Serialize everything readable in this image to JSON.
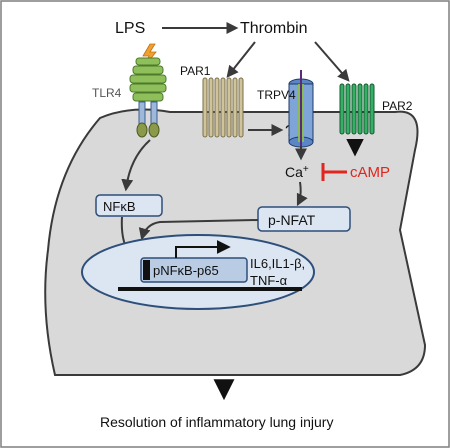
{
  "labels": {
    "lps": "LPS",
    "thrombin": "Thrombin",
    "tlr4": "TLR4",
    "par1": "PAR1",
    "trpv4": "TRPV4",
    "par2": "PAR2",
    "question": "?",
    "calcium": "Ca",
    "calcium_sup": "+",
    "camp": "cAMP",
    "nfkb": "NFκB",
    "pnfat": "p-NFAT",
    "pnfkb_p65": "pNFκB-p65",
    "cytokines_line1": "IL6,IL1-β,",
    "cytokines_line2": "TNF-α",
    "outcome": "Resolution of inflammatory lung injury"
  },
  "colors": {
    "cell_fill": "#d9d9d9",
    "cell_stroke": "#3a3a3a",
    "box_fill": "#dce6f2",
    "box_stroke": "#2e4f7a",
    "inhibition": "#e0261e",
    "camp_text": "#e0261e",
    "tlr4_green": "#8fbf5a",
    "par1_tan": "#bdb08a",
    "par2_green": "#27904f",
    "trpv4_blue": "#5b86c6",
    "lps_orange": "#f0a030"
  },
  "icons": {
    "tlr4": "tlr4-receptor-icon",
    "par1": "par1-receptor-icon",
    "trpv4": "trpv4-channel-icon",
    "par2": "par2-receptor-icon",
    "lps": "lps-lightning-icon"
  }
}
